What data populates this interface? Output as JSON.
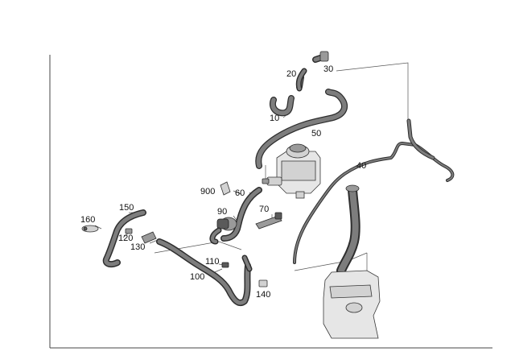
{
  "diagram": {
    "callouts": [
      {
        "id": "c10",
        "text": "10"
      },
      {
        "id": "c20",
        "text": "20"
      },
      {
        "id": "c30",
        "text": "30"
      },
      {
        "id": "c40",
        "text": "40"
      },
      {
        "id": "c50",
        "text": "50"
      },
      {
        "id": "c60",
        "text": "60"
      },
      {
        "id": "c70",
        "text": "70"
      },
      {
        "id": "c90",
        "text": "90"
      },
      {
        "id": "c100",
        "text": "100"
      },
      {
        "id": "c110",
        "text": "110"
      },
      {
        "id": "c120",
        "text": "120"
      },
      {
        "id": "c130",
        "text": "130"
      },
      {
        "id": "c140",
        "text": "140"
      },
      {
        "id": "c150",
        "text": "150"
      },
      {
        "id": "c160",
        "text": "160"
      },
      {
        "id": "c900",
        "text": "900"
      }
    ]
  },
  "colors": {
    "outline": "#2e2e2e",
    "hose_fill": "#7d7d7d",
    "frame": "#444444"
  }
}
